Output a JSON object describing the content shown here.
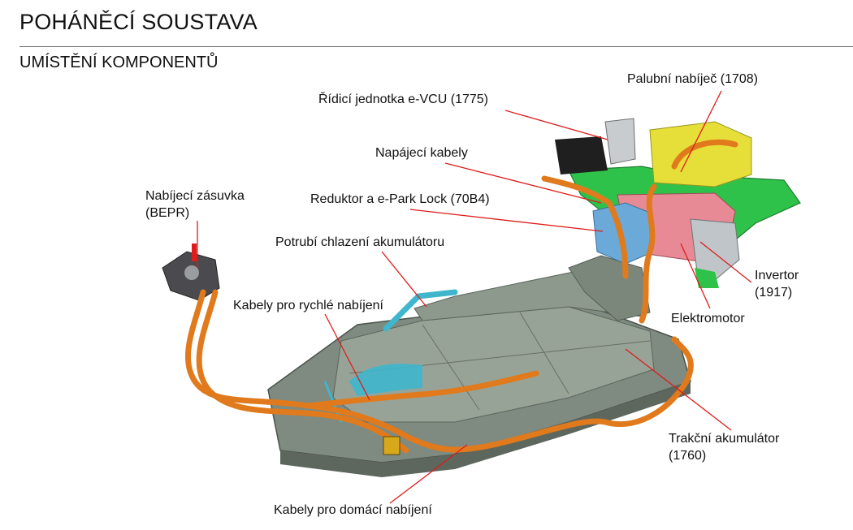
{
  "header": {
    "title": "POHÁNĚCÍ SOUSTAVA",
    "subtitle": "UMÍSTĚNÍ KOMPONENTŮ"
  },
  "colors": {
    "callout_line": "#e01b1b",
    "cable_orange": "#e07a1c",
    "battery_gray": "#7f8a80",
    "coolant_cyan": "#3fb6cc",
    "electronics_green": "#2fc24a",
    "charger_yellow": "#e6df3a",
    "motor_pink": "#e88a96",
    "reducer_blue": "#6aa9d8"
  },
  "callouts": {
    "palubni_nabijec": "Palubní nabíječ (1708)",
    "ridici_jednotka": "Řídicí jednotka e-VCU (1775)",
    "napajeci_kabely": "Napájecí kabely",
    "reduktor": "Reduktor a e-Park Lock (70B4)",
    "nabijeci_zasuvka_1": "Nabíjecí zásuvka",
    "nabijeci_zasuvka_2": "(BEPR)",
    "potrubi": "Potrubí chlazení akumulátoru",
    "rychle_nabijeni": "Kabely pro rychlé nabíjení",
    "invertor_1": "Invertor",
    "invertor_2": "(1917)",
    "elektromotor": "Elektromotor",
    "trakcni_1": "Trakční akumulátor",
    "trakcni_2": "(1760)",
    "domaci_nabijeni": "Kabely pro domácí nabíjení"
  }
}
